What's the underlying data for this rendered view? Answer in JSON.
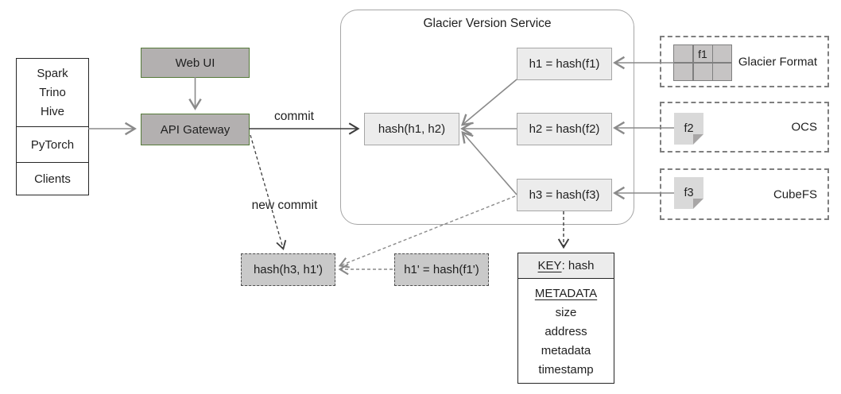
{
  "colors": {
    "accent_green_border": "#567a3a",
    "gateway_box_fill": "#b3b0b0",
    "hash_box_fill": "#ececec",
    "hash_box_border": "#a6a6a6",
    "pending_box_fill": "#c9c9c9",
    "storage_dashed_border": "#7f7f7f",
    "arrow_gray": "#8a8a8a",
    "arrow_dark": "#3d3d3d",
    "text": "#1f1f1f"
  },
  "clients": {
    "sections": [
      [
        "Spark",
        "Trino",
        "Hive"
      ],
      [
        "PyTorch"
      ],
      [
        "Clients"
      ]
    ]
  },
  "gateway": {
    "web_ui": "Web UI",
    "api_gateway": "API Gateway"
  },
  "labels": {
    "commit": "commit",
    "new_commit": "new commit"
  },
  "service": {
    "title": "Glacier Version Service",
    "root_hash": "hash(h1, h2)",
    "h1": "h1 = hash(f1)",
    "h2": "h2 = hash(f2)",
    "h3": "h3 = hash(f3)"
  },
  "storage": [
    {
      "file": "f1",
      "name": "Glacier Format",
      "icon": "table-grid-icon"
    },
    {
      "file": "f2",
      "name": "OCS",
      "icon": "note-icon"
    },
    {
      "file": "f3",
      "name": "CubeFS",
      "icon": "note-icon"
    }
  ],
  "new_version": {
    "root_hash": "hash(h3, h1')",
    "h1_prime": "h1' = hash(f1')"
  },
  "kv_table": {
    "key_label": "KEY",
    "key_rest": ": hash",
    "metadata_title": "METADATA",
    "rows": [
      "size",
      "address",
      "metadata",
      "timestamp"
    ]
  }
}
